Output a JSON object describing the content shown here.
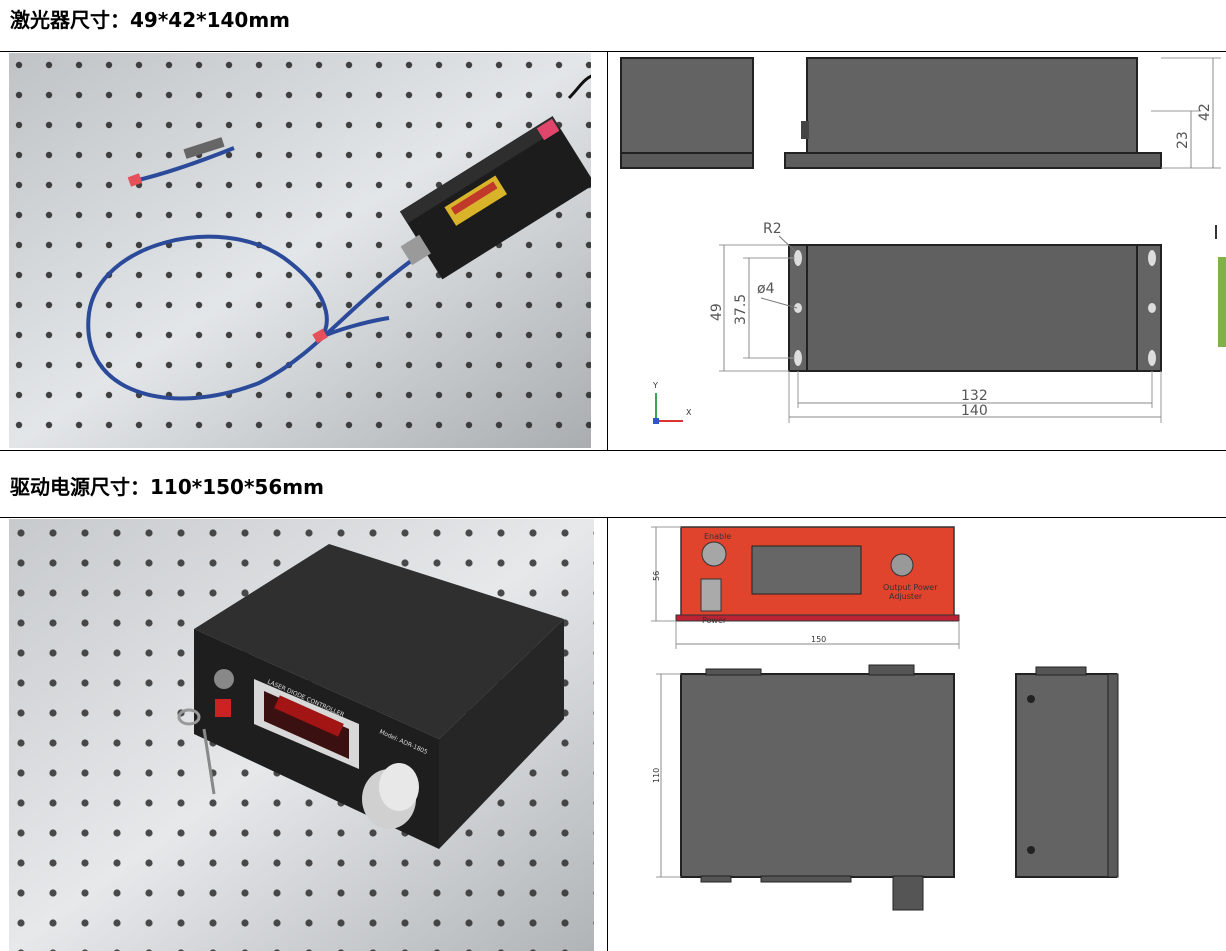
{
  "sections": [
    {
      "title": "激光器尺寸：49*42*140mm",
      "drawing": {
        "dims": {
          "r": "R2",
          "d": "ø4",
          "w_inner": "37.5",
          "w": "49",
          "l_inner": "132",
          "l": "140",
          "h_inner": "23",
          "h": "42"
        },
        "axes": {
          "y": "Y",
          "x": "X"
        }
      }
    },
    {
      "title": "驱动电源尺寸：110*150*56mm",
      "photo": {
        "panel_title": "LASER DIODE CONTROLLER",
        "model": "Model: ADR-1805"
      },
      "drawing": {
        "labels": {
          "enable": "Enable",
          "power": "Power",
          "output": "Output Power",
          "adjuster": "Adjuster"
        },
        "dims": {
          "h": "56",
          "l": "150",
          "w": "110"
        }
      }
    }
  ],
  "colors": {
    "device": "#636363",
    "device_edge": "#222222",
    "red_panel": "#e0442c",
    "dim_line": "#777777",
    "accent_green": "#7fb24a"
  }
}
